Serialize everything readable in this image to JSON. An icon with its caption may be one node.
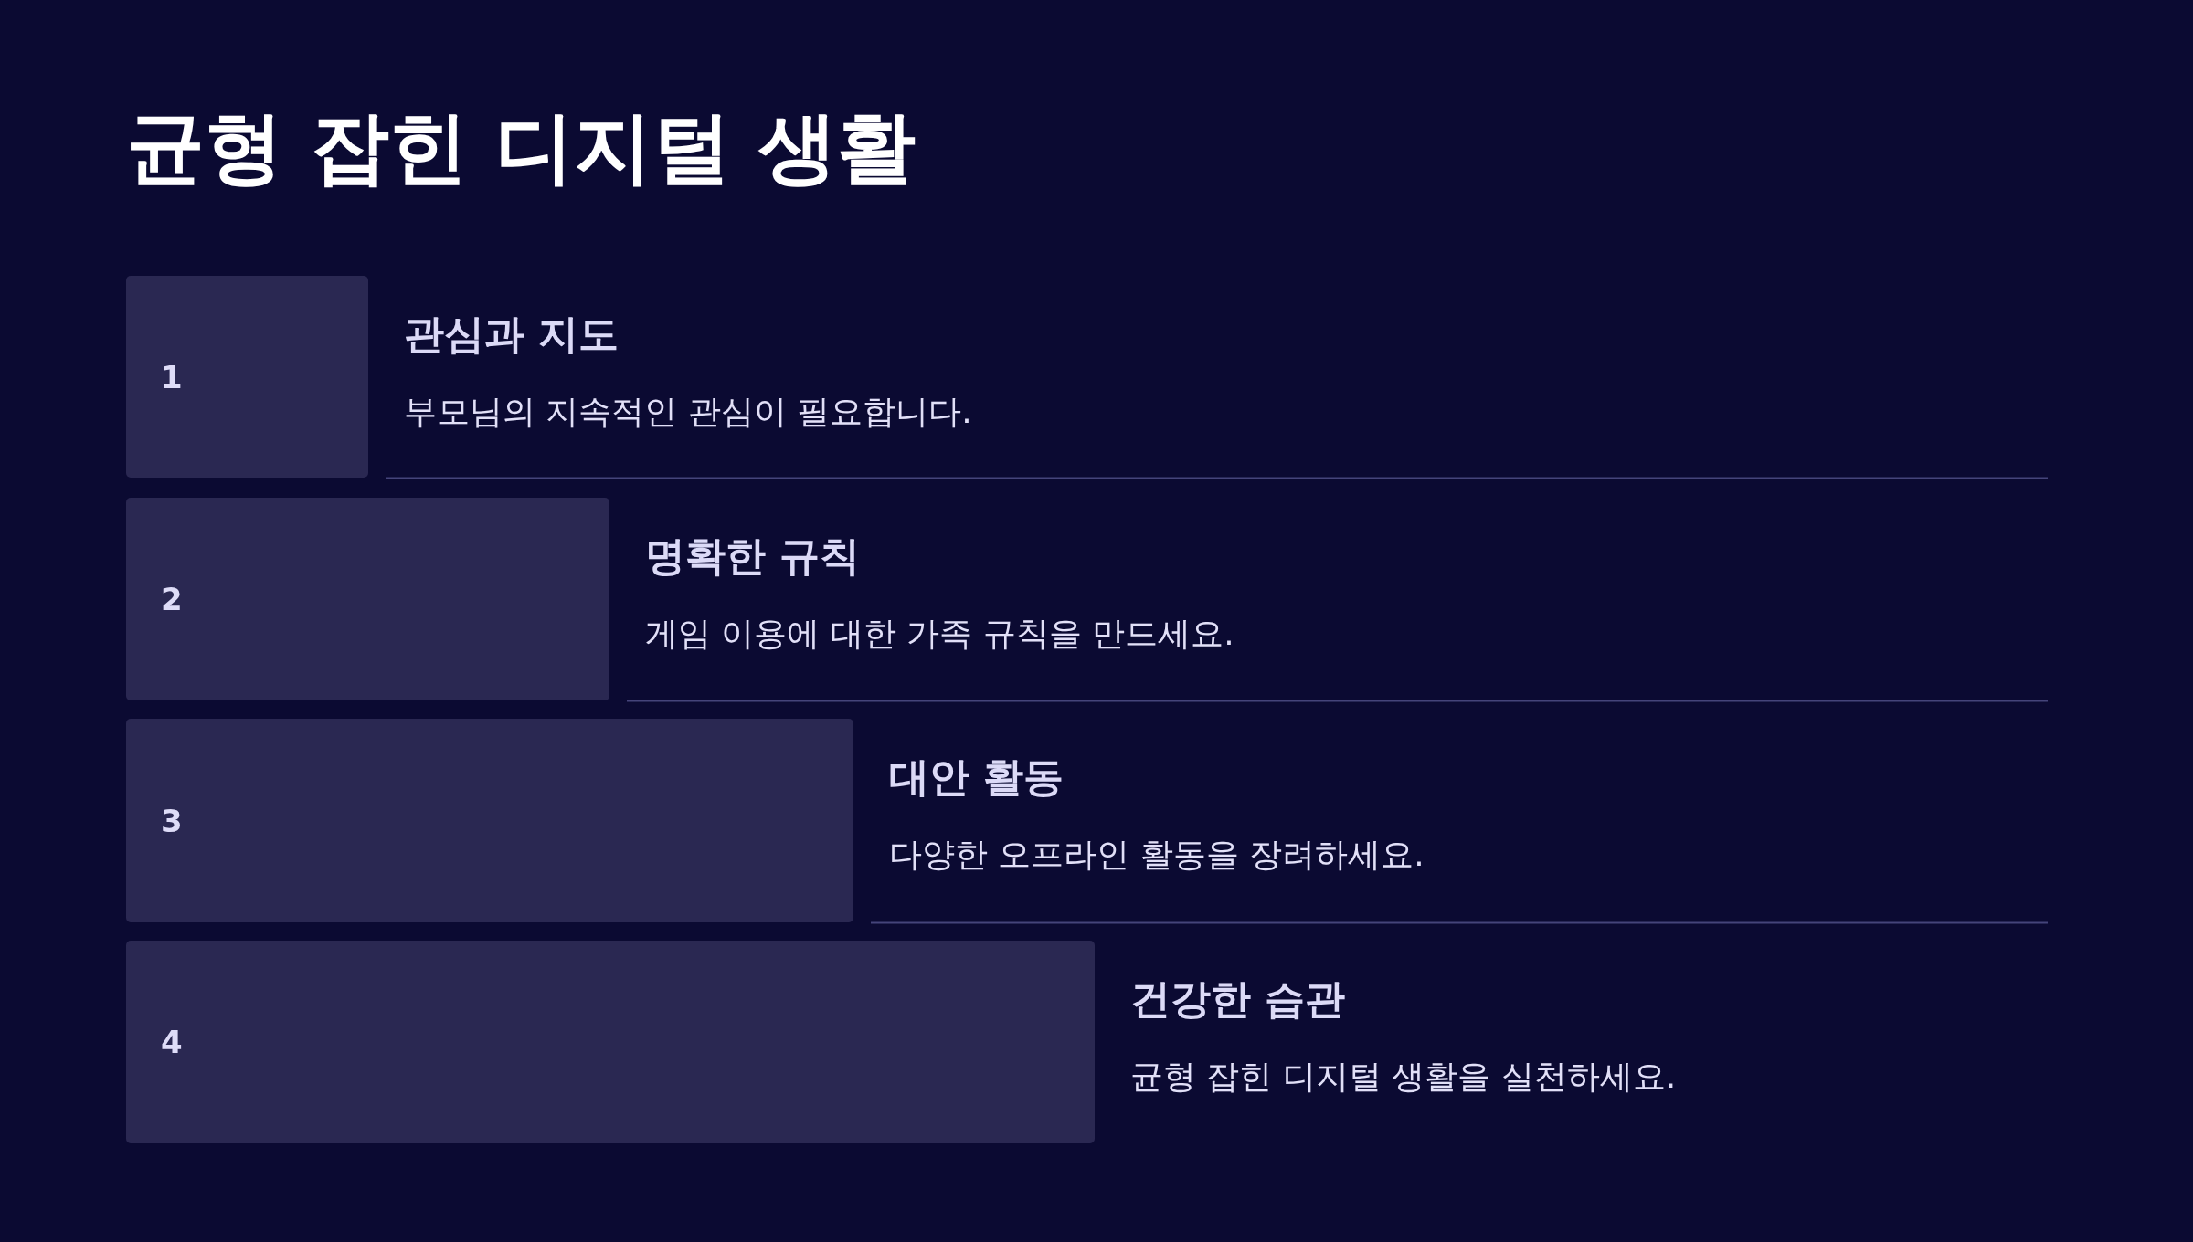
{
  "diagram": {
    "title": "균형 잡힌 디지털 생활",
    "nodes": [
      {
        "text": [
          "1"
        ],
        "beside": [
          "관심과 지도",
          "부모님의 지속적인 관심이 필요합니다."
        ]
      },
      {
        "text": [
          "2"
        ],
        "beside": [
          "명확한 규칙",
          "게임 이용에 대한 가족 규칙을 만드세요."
        ]
      },
      {
        "text": [
          "3"
        ],
        "beside": [
          "대안 활동",
          "다양한 오프라인 활동을 장려하세요."
        ]
      },
      {
        "text": [
          "4"
        ],
        "beside": [
          "건강한 습관",
          "균형 잡힌 디지털 생활을 실천하세요."
        ]
      }
    ]
  }
}
